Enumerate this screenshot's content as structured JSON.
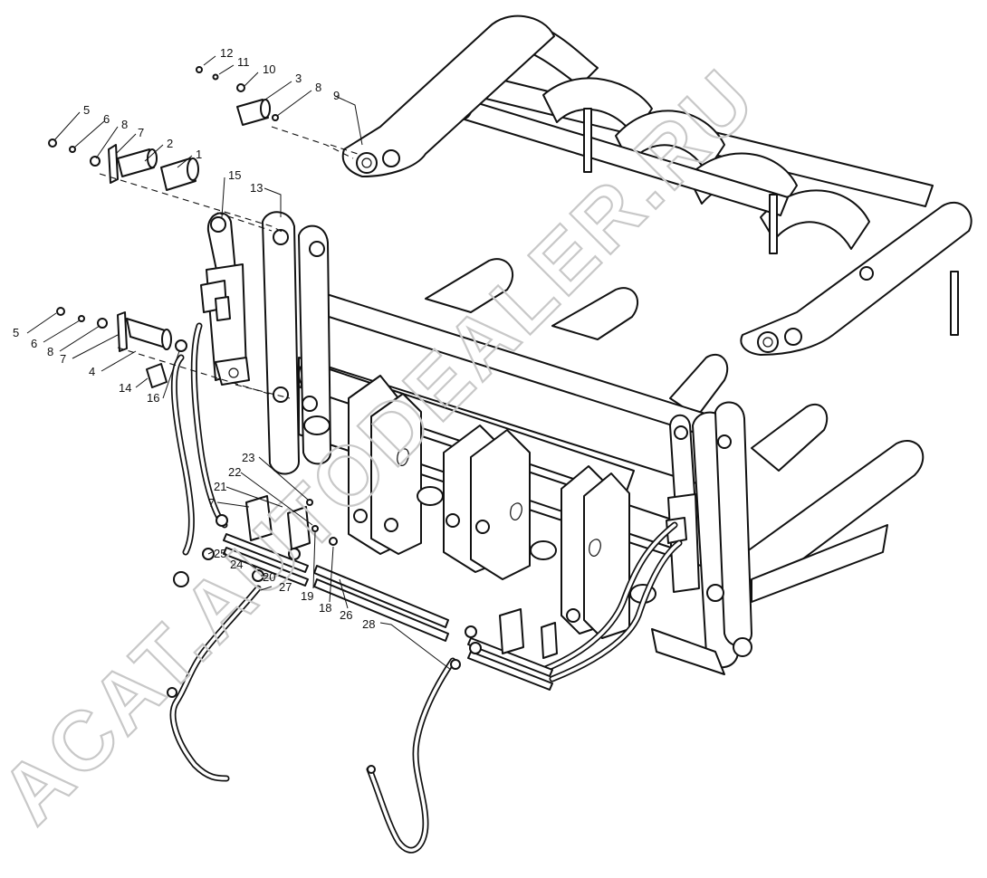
{
  "watermark": "ACAT.AUTODEALER.RU",
  "callouts": [
    {
      "id": "c12a",
      "label": "12"
    },
    {
      "id": "c11",
      "label": "11"
    },
    {
      "id": "c10",
      "label": "10"
    },
    {
      "id": "c3",
      "label": "3"
    },
    {
      "id": "c8a",
      "label": "8"
    },
    {
      "id": "c9",
      "label": "9"
    },
    {
      "id": "c5a",
      "label": "5"
    },
    {
      "id": "c6a",
      "label": "6"
    },
    {
      "id": "c8b",
      "label": "8"
    },
    {
      "id": "c7a",
      "label": "7"
    },
    {
      "id": "c2",
      "label": "2"
    },
    {
      "id": "c1",
      "label": "1"
    },
    {
      "id": "c15",
      "label": "15"
    },
    {
      "id": "c13",
      "label": "13"
    },
    {
      "id": "c5b",
      "label": "5"
    },
    {
      "id": "c6b",
      "label": "6"
    },
    {
      "id": "c8c",
      "label": "8"
    },
    {
      "id": "c7b",
      "label": "7"
    },
    {
      "id": "c4",
      "label": "4"
    },
    {
      "id": "c14",
      "label": "14"
    },
    {
      "id": "c16",
      "label": "16"
    },
    {
      "id": "c23",
      "label": "23"
    },
    {
      "id": "c22",
      "label": "22"
    },
    {
      "id": "c21",
      "label": "21"
    },
    {
      "id": "c7c",
      "label": "7"
    },
    {
      "id": "c25",
      "label": "25"
    },
    {
      "id": "c24",
      "label": "24"
    },
    {
      "id": "c20",
      "label": "20"
    },
    {
      "id": "c27",
      "label": "27"
    },
    {
      "id": "c19",
      "label": "19"
    },
    {
      "id": "c18",
      "label": "18"
    },
    {
      "id": "c26",
      "label": "26"
    },
    {
      "id": "c28",
      "label": "28"
    }
  ]
}
